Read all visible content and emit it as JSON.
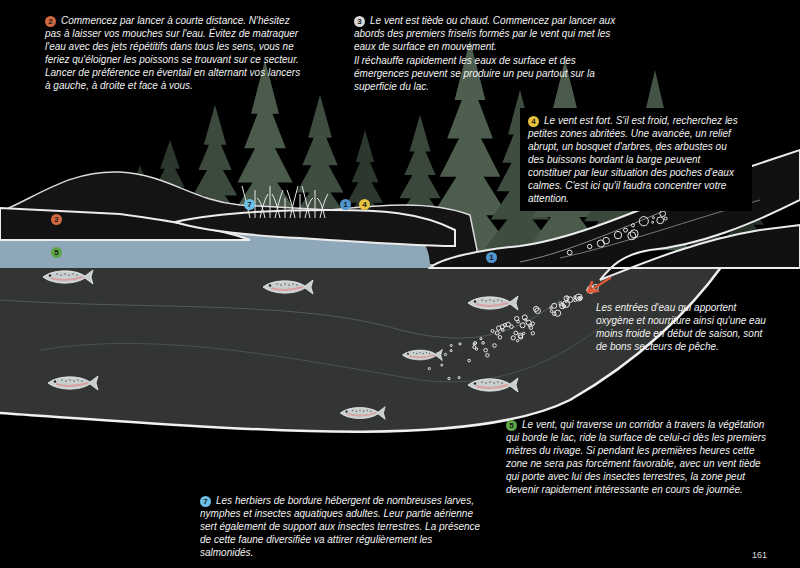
{
  "diagram": {
    "nodes": [
      {
        "text": [
          "4",
          "Le vent est fort. S'il est froid, recherchez les petites zones abritées. Une avancée, un relief abrupt, un bosquet d'arbres, des arbustes ou des buissons bordant la barge peuvent constituer par leur situation des poches d'eaux calmes. C'est ici qu'il faudra concentrer votre attention."
        ]
      }
    ],
    "labels": [
      "2",
      "Commencez par lancer à courte distance. N'hésitez pas à laisser vos mouches sur l'eau. Évitez de matraquer l'eau avec des jets répétitifs dans tous les sens, vous ne feriez qu'éloigner les poissons se trouvant sur ce secteur. Lancer de préférence en éventail en alternant vos lancers à gauche, à droite et face à vous.",
      "3",
      "Le vent est tiède ou chaud. Commencez par lancer aux abords des premiers friselis formés par le vent qui met les eaux de surface en mouvement.",
      "Il réchauffe rapidement les eaux de surface et des émergences peuvent se produire un peu partout sur la superficie du lac.",
      "2",
      "7",
      "1",
      "4",
      "5",
      "1",
      "Les entrées d'eau qui apportent oxygène et nourriture ainsi qu'une eau moins froide en début de saison, sont de bons secteurs de pêche.",
      "5",
      "Le vent, qui traverse un corridor à travers la végétation qui borde le lac, ride la surface de celui-ci dès les premiers mètres du rivage. Si pendant les premières heures cette zone ne sera pas forcément favorable, avec un vent tiède qui porte avec lui des insectes terrestres, la zone peut devenir rapidement intéressante en cours de journée.",
      "7",
      "Les herbiers de bordure hébergent de nombreuses larves, nymphes et insectes aquatiques adultes. Leur partie aérienne sert également de support aux insectes terrestres. La présence de cette faune diversifiée va attirer régulièrement les salmonidés.",
      "161"
    ]
  }
}
